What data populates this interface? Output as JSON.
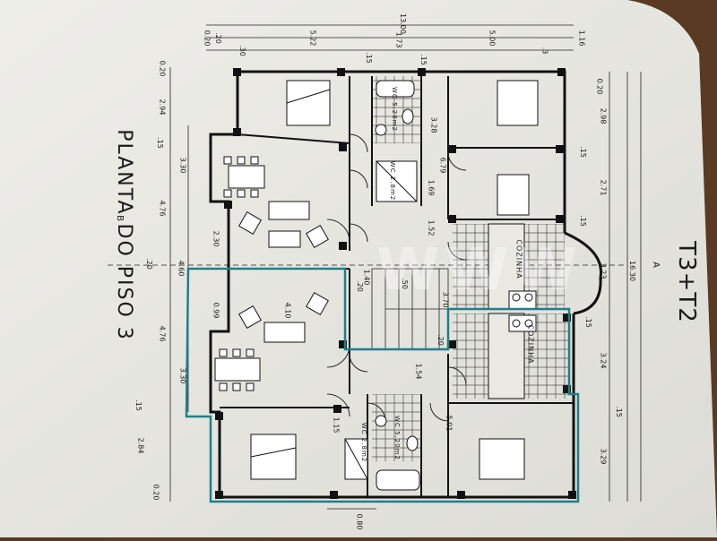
{
  "title": "PLANTA DO PISO 3",
  "typology": "T3+T2",
  "section_mark_b": "B",
  "section_mark_a": "A",
  "watermark": "WWW",
  "rooms": {
    "kitchen_1": "COZINHA",
    "kitchen_2": "COZINHA",
    "wc_1": "WC 5.20m2",
    "wc_2": "WC 5.20m2",
    "wc_small_1": "WC 2.8m2",
    "wc_small_2": "WC 2.8m2"
  },
  "dimensions_top": {
    "total": "13.00",
    "d1": "0.20",
    "d2": ".20",
    "d3": ".30",
    "d4": "5.22",
    "d5": ".15",
    "d6": "1.73",
    "d7": ".15",
    "d8": "5.00",
    "d9": ".3",
    "d10": "1.16"
  },
  "dimensions_left": {
    "d1": "0.20",
    "d2": "2.94",
    "d3": ".15",
    "d4": "3.30",
    "d5": "4.76",
    "d6": "2.30",
    "d7": ".20",
    "d8": "4.60",
    "d9": "4.76",
    "d10": "0.99",
    "d11": "3.30",
    "d12": ".15",
    "d13": "2.84",
    "d14": "0.20"
  },
  "dimensions_right": {
    "d1": "0.20",
    "d2": "2.98",
    "d3": ".15",
    "d4": "2.71",
    "d5": ".15",
    "d6": "3.23",
    "d7": "16.30",
    "d8": ".15",
    "d9": "3.24",
    "d10": ".15",
    "d11": "3.29"
  },
  "dimensions_inner": {
    "a": "3.28",
    "b": "6.79",
    "c": "1.69",
    "d": "1.52",
    "e": "1.40",
    "f": ".50",
    "g": "3.70",
    "h": ".20",
    "i": "4.10",
    "j": "1.54",
    "k": "5.01",
    "l": "1.15",
    "m": ".20",
    "n": "0.80"
  }
}
